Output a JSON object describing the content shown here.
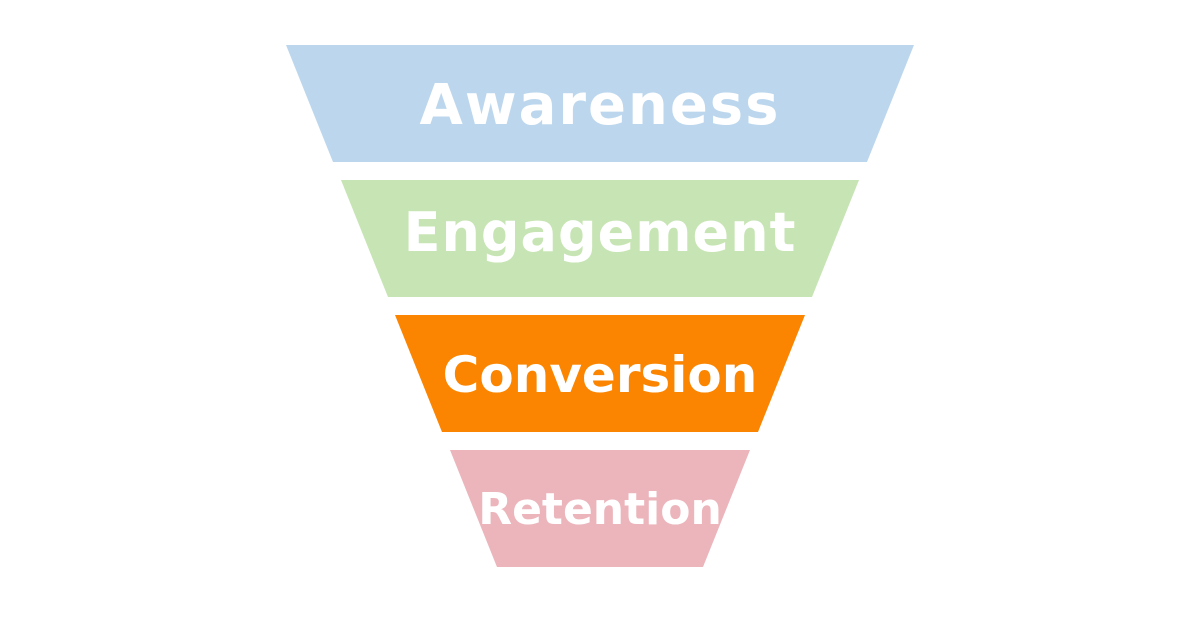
{
  "canvas": {
    "background": "#FFFFFF"
  },
  "funnel": {
    "diagram_type": "funnel",
    "label_text_color": "#FFFFFF",
    "stages": [
      {
        "label": "Awareness",
        "color": "#BCD7ED"
      },
      {
        "label": "Engagement",
        "color": "#C7E5B4"
      },
      {
        "label": "Conversion",
        "color": "#FB8500"
      },
      {
        "label": "Retention",
        "color": "#EBB5BB"
      }
    ]
  }
}
